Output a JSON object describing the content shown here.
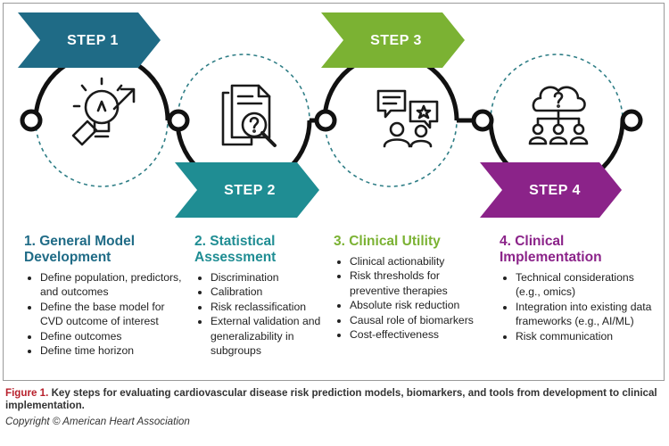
{
  "colors": {
    "step1": "#1f6b86",
    "step2": "#1f8d93",
    "step3": "#7bb233",
    "step4": "#8b2389",
    "path": "#111111",
    "dashed": "#2f7e86"
  },
  "steps": [
    {
      "label": "STEP 1",
      "icon": "lightbulb-growth-icon"
    },
    {
      "label": "STEP 2",
      "icon": "document-magnifier-icon"
    },
    {
      "label": "STEP 3",
      "icon": "people-discussion-icon"
    },
    {
      "label": "STEP 4",
      "icon": "cloud-network-icon"
    }
  ],
  "columns": [
    {
      "title": "1. General Model Development",
      "items": [
        "Define population, predictors, and outcomes",
        "Define the base model for CVD outcome of interest",
        "Define outcomes",
        "Define time horizon"
      ]
    },
    {
      "title": "2. Statistical Assessment",
      "items": [
        "Discrimination",
        "Calibration",
        "Risk reclassification",
        "External validation and generalizability in subgroups"
      ]
    },
    {
      "title": "3. Clinical Utility",
      "items": [
        "Clinical actionability",
        "Risk thresholds for preventive therapies",
        "Absolute risk reduction",
        "Causal role of biomarkers",
        "Cost-effectiveness"
      ]
    },
    {
      "title": "4. Clinical Implementation",
      "items": [
        "Technical considerations (e.g., omics)",
        "Integration into existing data frameworks (e.g., AI/ML)",
        "Risk communication"
      ]
    }
  ],
  "caption": {
    "label": "Figure 1.",
    "text": "Key steps for evaluating cardiovascular disease risk prediction models, biomarkers, and tools from development to clinical implementation."
  },
  "copyright": "Copyright © American Heart Association"
}
